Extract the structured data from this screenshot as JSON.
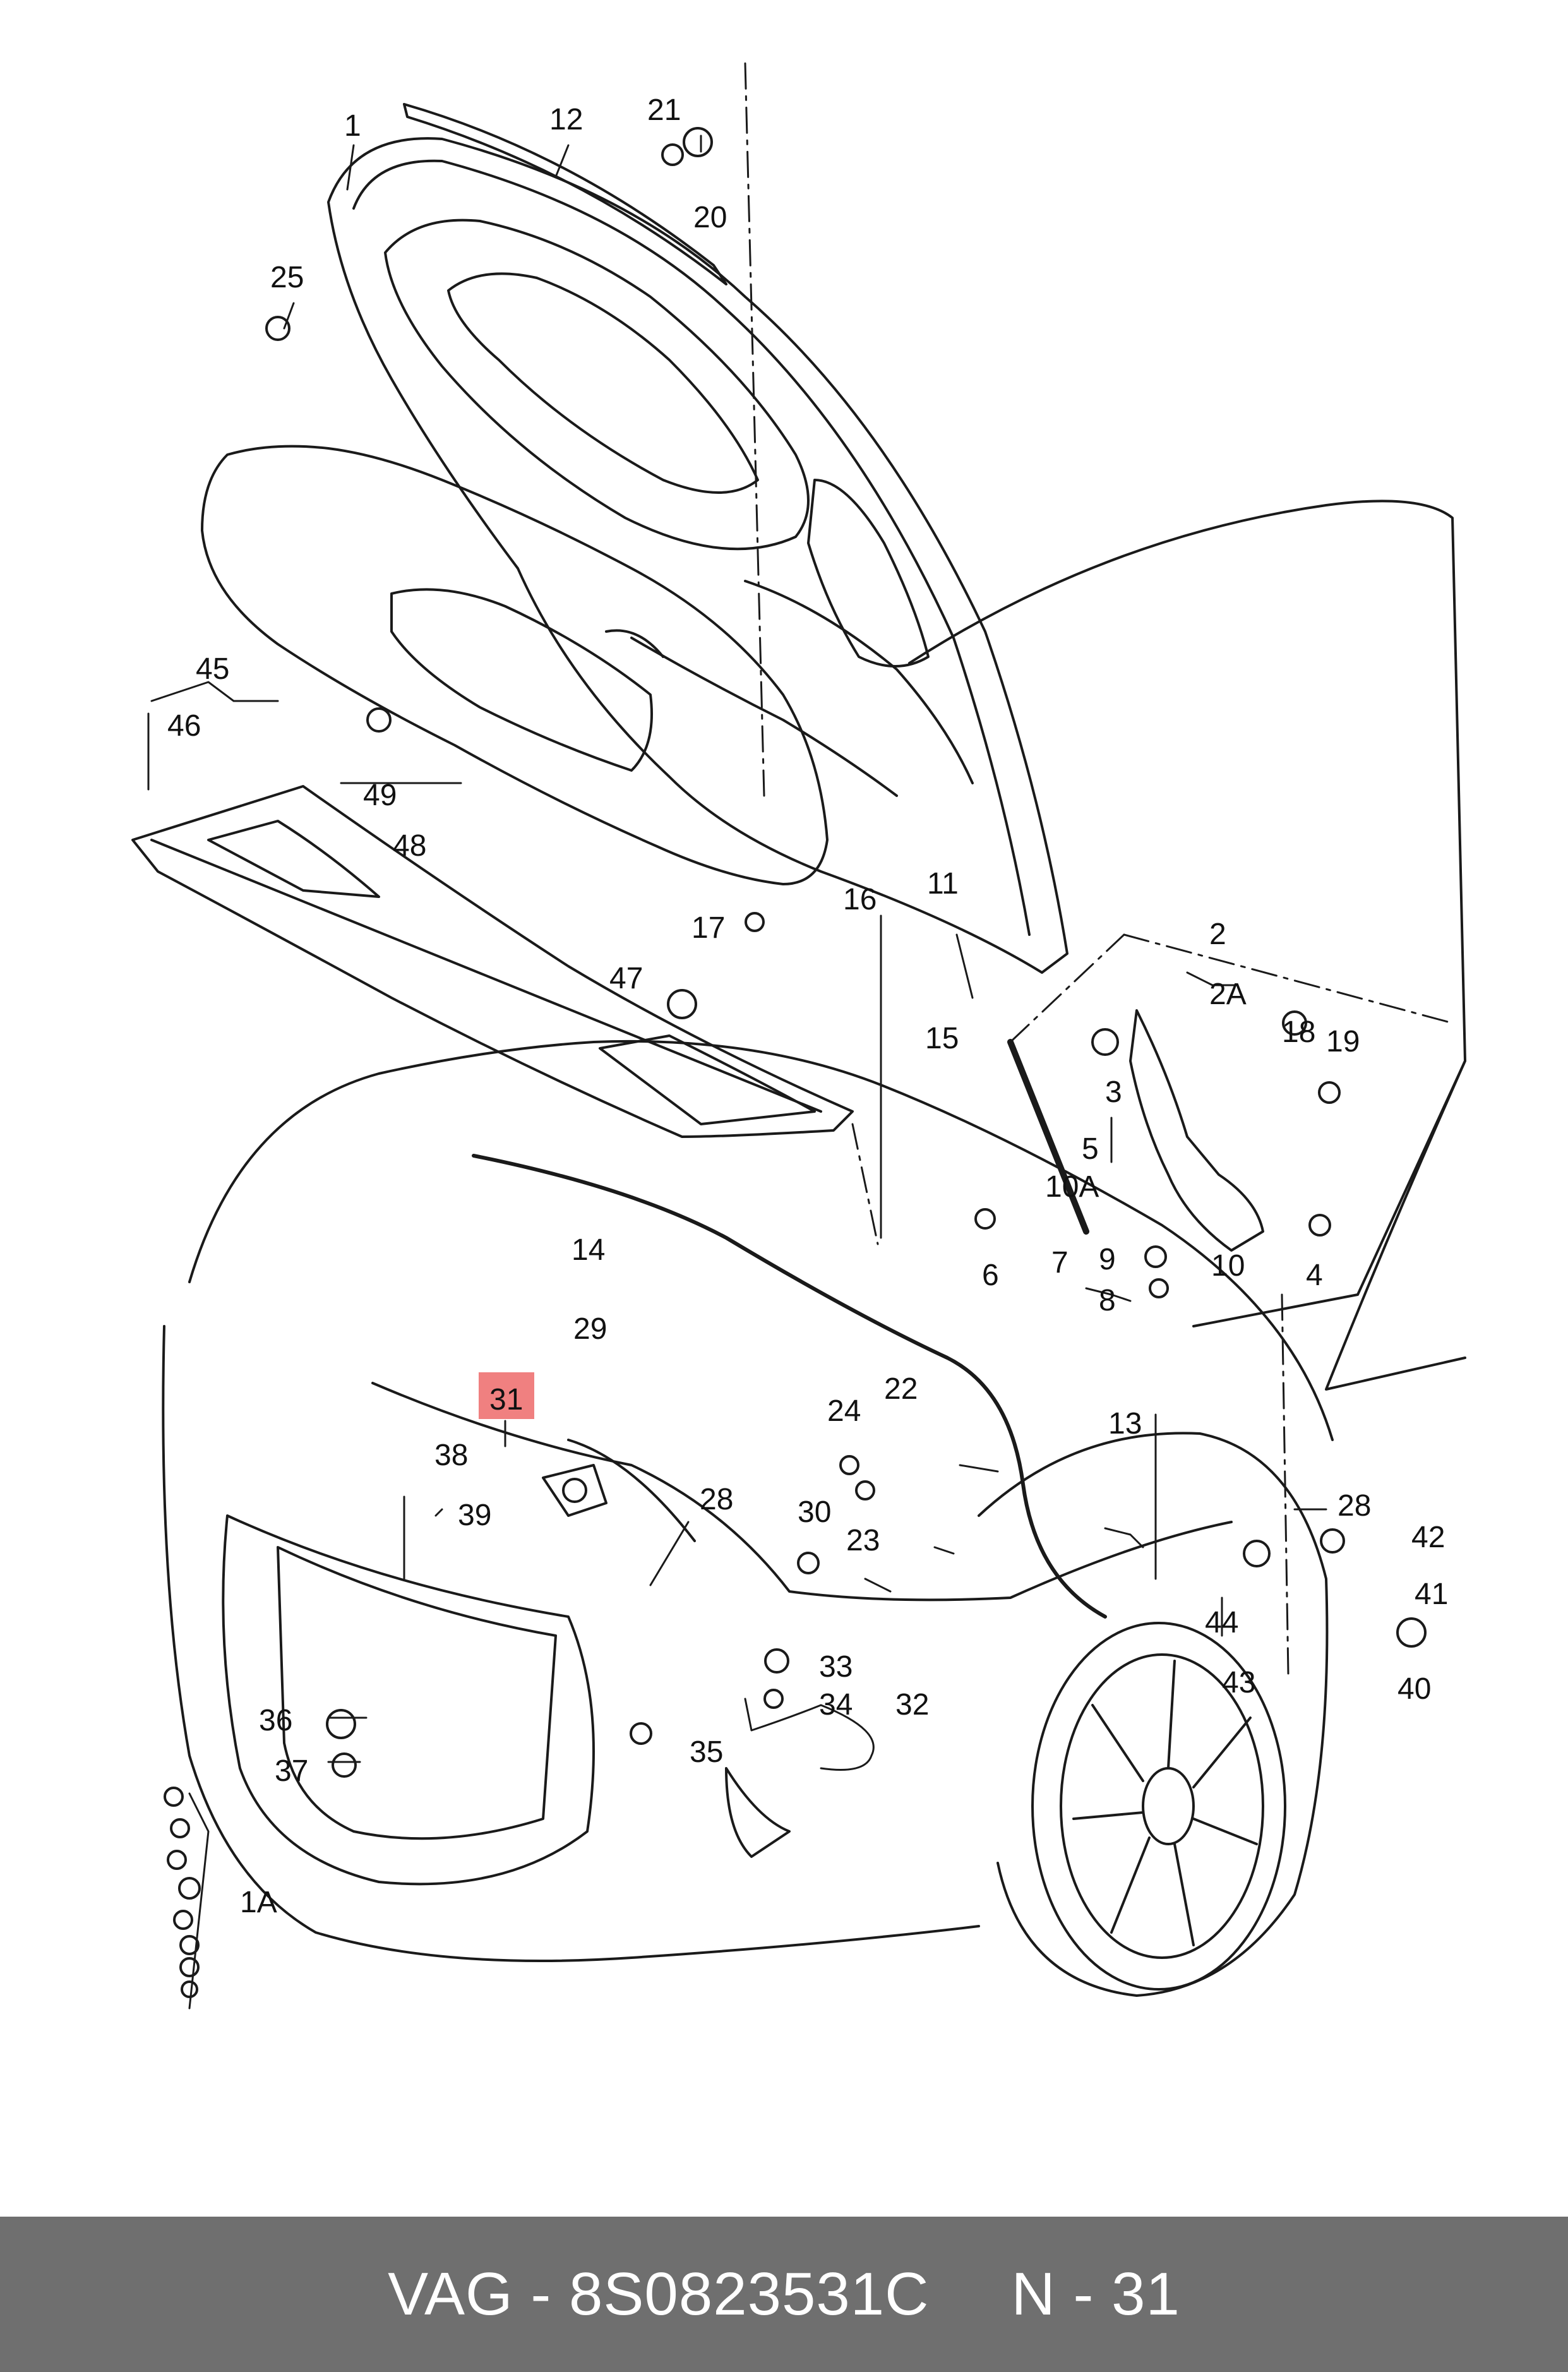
{
  "diagram": {
    "labels": {
      "p1": "1",
      "p1A": "1A",
      "p2": "2",
      "p2A": "2A",
      "p3": "3",
      "p4": "4",
      "p5": "5",
      "p6": "6",
      "p7": "7",
      "p8": "8",
      "p9": "9",
      "p10": "10",
      "p10A": "10A",
      "p11": "11",
      "p12": "12",
      "p13": "13",
      "p14": "14",
      "p15": "15",
      "p16": "16",
      "p17": "17",
      "p18": "18",
      "p19": "19",
      "p20": "20",
      "p21": "21",
      "p22": "22",
      "p23": "23",
      "p24": "24",
      "p25": "25",
      "p28a": "28",
      "p28b": "28",
      "p29": "29",
      "p30": "30",
      "p31": "31",
      "p32": "32",
      "p33": "33",
      "p34": "34",
      "p35": "35",
      "p36": "36",
      "p37": "37",
      "p38": "38",
      "p39": "39",
      "p40": "40",
      "p41": "41",
      "p42": "42",
      "p43": "43",
      "p44": "44",
      "p45": "45",
      "p46": "46",
      "p47": "47",
      "p48": "48",
      "p49": "49"
    },
    "highlight_color": "#f08080"
  },
  "footer": {
    "brand": "VAG - 8S0823531C",
    "position": "N - 31"
  }
}
